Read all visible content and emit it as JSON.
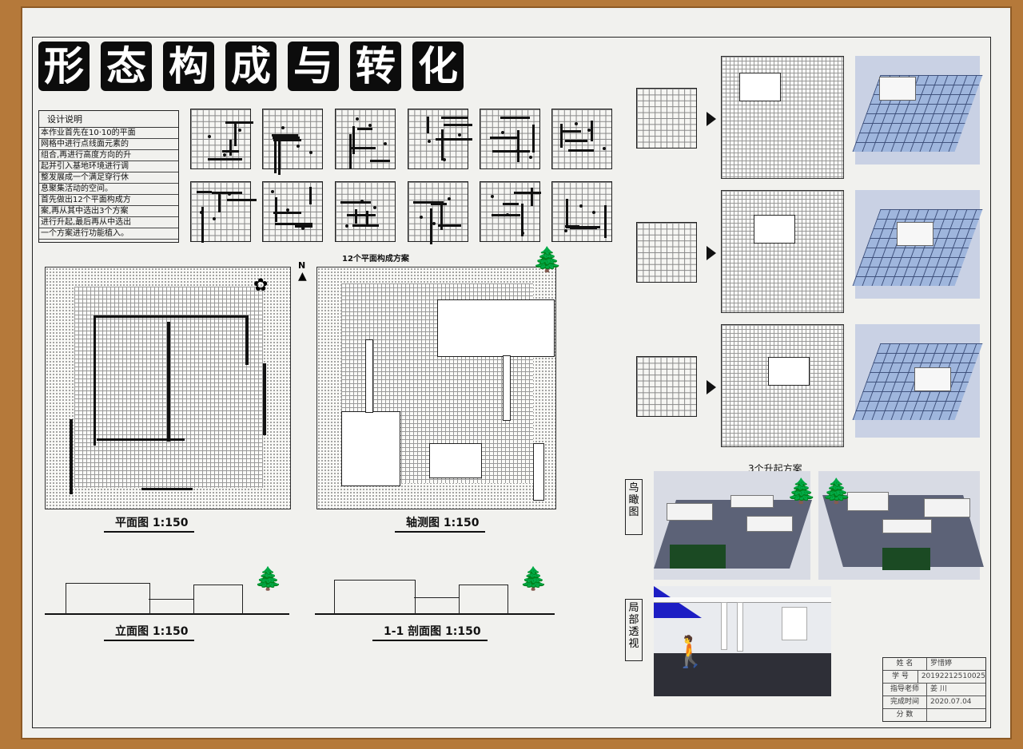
{
  "title": [
    "形",
    "态",
    "构",
    "成",
    "与",
    "转",
    "化"
  ],
  "notes": {
    "heading": "设计说明",
    "lines": [
      "本作业首先在10·10的平面",
      "网格中进行点线面元素的",
      "组合,再进行高度方向的升",
      "起并引入基地环境进行调",
      "整发展成一个满足穿行休",
      "息聚集活动的空间。",
      "首先做出12个平面构成方",
      "案,再从其中选出3个方案",
      "进行升起,最后再从中选出",
      "一个方案进行功能植入。"
    ]
  },
  "captions": {
    "twelve_schemes": "12个平面构成方案",
    "three_raised": "3个升起方案",
    "plan": "平面图 1:150",
    "axon": "轴测图 1:150",
    "elevation": "立面图 1:150",
    "section": "1-1 剖面图 1:150",
    "birdseye": "鸟瞰图",
    "local_persp": "局部透视",
    "north": "N"
  },
  "info_table": [
    {
      "k": "姓  名",
      "v": "罗惜婷"
    },
    {
      "k": "学  号",
      "v": "20192212510025"
    },
    {
      "k": "指导老师",
      "v": "姜  川"
    },
    {
      "k": "完成时间",
      "v": "2020.07.04"
    },
    {
      "k": "分  数",
      "v": ""
    }
  ],
  "colors": {
    "board": "#f1f1ee",
    "frame_wood": "#b5793a",
    "render_blue": "#9fb6dd",
    "ink": "#111111"
  }
}
